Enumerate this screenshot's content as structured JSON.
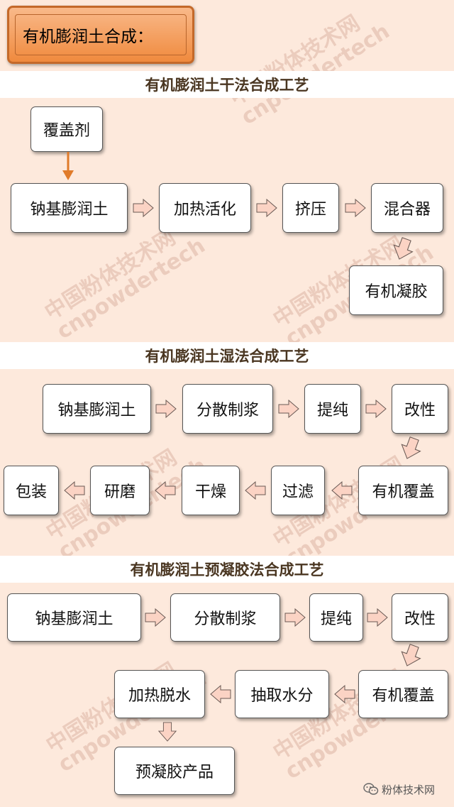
{
  "title": "有机膨润土合成：",
  "dry": {
    "heading": "有机膨润土干法合成工艺",
    "agent": "覆盖剂",
    "steps": [
      "钠基膨润土",
      "加热活化",
      "挤压",
      "混合器"
    ],
    "product": "有机凝胶"
  },
  "wet": {
    "heading": "有机膨润土湿法合成工艺",
    "row1": [
      "钠基膨润土",
      "分散制浆",
      "提纯",
      "改性"
    ],
    "row2": [
      "有机覆盖",
      "过滤",
      "干燥",
      "研磨",
      "包装"
    ]
  },
  "pregel": {
    "heading": "有机膨润土预凝胶法合成工艺",
    "row1": [
      "钠基膨润土",
      "分散制浆",
      "提纯",
      "改性"
    ],
    "row2": [
      "有机覆盖",
      "抽取水分",
      "加热脱水"
    ],
    "product": "预凝胶产品"
  },
  "watermark": {
    "cn": "中国粉体技术网",
    "en": "cnpowdertech"
  },
  "brand": "粉体技术网",
  "colors": {
    "background": "#fde9dc",
    "title_fill": "#f4a163",
    "arrow_fill": "#fbd3c4",
    "connector": "#e07b2a"
  }
}
